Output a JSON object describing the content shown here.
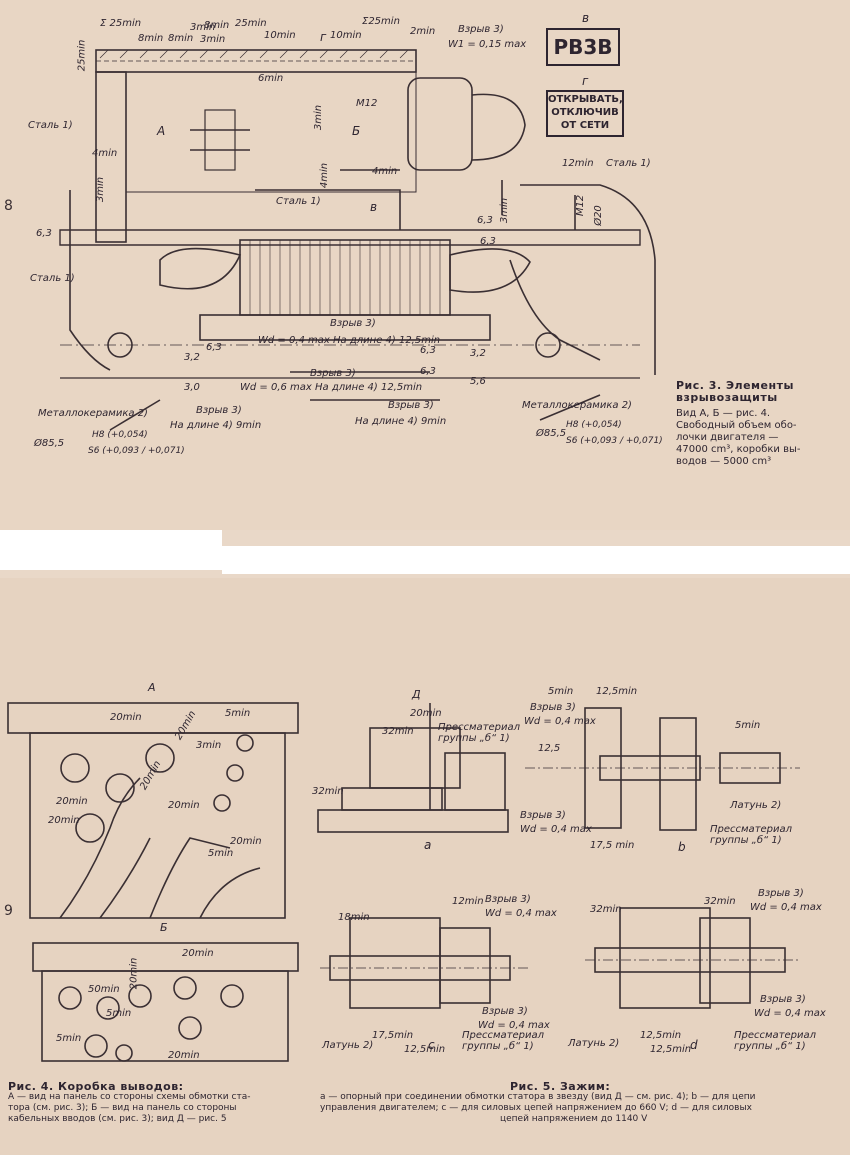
{
  "page_numbers": {
    "top": "8",
    "bottom": "9"
  },
  "fig3": {
    "marking_stamp": "PB3B",
    "warning_stamp_lines": [
      "ОТКРЫВАТЬ,",
      "ОТКЛЮЧИВ",
      "ОТ СЕТИ"
    ],
    "view_letters": {
      "v": "в",
      "g": "г",
      "a": "А",
      "b": "Б",
      "g2": "г",
      "v2": "в"
    },
    "dims": {
      "d1": "Σ 25min",
      "d2": "8min",
      "d3": "8min",
      "d4": "3min",
      "d5": "3min",
      "d6": "8min",
      "d7": "25min",
      "d8": "10min",
      "d9": "10min",
      "d10": "Σ25min",
      "d11": "2min",
      "d12": "25min",
      "d13": "6min",
      "d14": "3min",
      "d15": "M12",
      "d16": "4min",
      "d17": "4min",
      "d18": "4min",
      "d19": "3min",
      "d20": "12min",
      "d21": "M12",
      "d22": "Ø20",
      "d23": "3min",
      "d24": "6,3",
      "d25": "6,3",
      "d26": "6,3",
      "d27": "6,3",
      "d28": "6,3",
      "d29": "3,2",
      "d30": "3,0",
      "d31": "3,2",
      "d32": "5,6",
      "d33": "6,3"
    },
    "notes": {
      "explode_top": "Взрыв 3)",
      "w1": "W1 = 0,15 max",
      "steel1": "Сталь 1)",
      "steel2": "Сталь 1)",
      "steel3": "Сталь 1)",
      "steel4": "Сталь 1)",
      "explode_mid": "Взрыв 3)",
      "wd_mid": "Wd = 0,4 max На длине 4) 12,5min",
      "explode_low": "Взрыв 3)",
      "wd_low": "Wd = 0,6 max На длине 4) 12,5min",
      "explode_left": "Взрыв 3)",
      "len_left": "На длине 4) 9min",
      "explode_bottom": "Взрыв 3)",
      "len_bottom": "На длине 4) 9min",
      "metal_left": "Металлокерамика 2)",
      "metal_right": "Металлокерамика 2)",
      "dia_left": "Ø85,5",
      "dia_right": "Ø85,5",
      "fit_left_h": "H8 (+0,054)",
      "fit_left_s": "S6 (+0,093 / +0,071)",
      "fit_right_h": "H8 (+0,054)",
      "fit_right_s": "S6 (+0,093 / +0,071)"
    },
    "caption": {
      "title": "Рис. 3. Элементы взрывозащиты",
      "line1": "Вид А, Б — рис. 4.",
      "line2": "Свободный объем обо-",
      "line3": "лочки двигателя —",
      "line4": "47000 cm³, коробки вы-",
      "line5": "водов — 5000 cm³"
    }
  },
  "fig4": {
    "view_a": "А",
    "view_b": "Б",
    "view_d": "Д",
    "dims": {
      "a1": "20min",
      "a2": "5min",
      "a3": "3min",
      "a4": "20min",
      "a5": "20min",
      "a6": "20min",
      "a7": "20min",
      "a8": "20min",
      "a9": "5min",
      "a10": "20min",
      "b1": "20min",
      "b2": "50min",
      "b3": "20min",
      "b4": "5min",
      "b5": "5min",
      "b6": "20min"
    },
    "caption": {
      "title": "Рис. 4. Коробка выводов:",
      "line1": "А — вид на панель со стороны схемы обмотки ста-",
      "line2": "тора (см. рис. 3); Б — вид на панель со стороны",
      "line3": "кабельных вводов (см. рис. 3); вид Д — рис. 5"
    }
  },
  "fig5": {
    "sub_a": "а",
    "sub_b": "b",
    "sub_c": "c",
    "sub_d": "d",
    "labels": {
      "a_20min": "20min",
      "a_32min_top": "32min",
      "a_32min_left": "32min",
      "a_press": "Прессматериал группы „б“ 1)",
      "a_explode": "Взрыв 3)",
      "a_wd": "Wd = 0,4 max",
      "b_5min": "5min",
      "b_125min": "12,5min",
      "b_explode": "Взрыв 3)",
      "b_wd": "Wd = 0,4 max",
      "b_5min_r": "5min",
      "b_125": "12,5",
      "b_brass": "Латунь 2)",
      "b_press": "Прессматериал группы „б“ 1)",
      "b_175": "17,5 min",
      "c_18min": "18min",
      "c_12min": "12min",
      "c_explode1": "Взрыв 3)",
      "c_wd1": "Wd = 0,4 max",
      "c_explode2": "Взрыв 3)",
      "c_wd2": "Wd = 0,4 max",
      "c_brass": "Латунь 2)",
      "c_press": "Прессматериал группы „б“ 1)",
      "c_175": "17,5min",
      "c_125": "12,5min",
      "d_32min_l": "32min",
      "d_32min_r": "32min",
      "d_explode1": "Взрыв 3)",
      "d_wd1": "Wd = 0,4 max",
      "d_explode2": "Взрыв 3)",
      "d_wd2": "Wd = 0,4 max",
      "d_brass": "Латунь 2)",
      "d_press": "Прессматериал группы „б“ 1)",
      "d_125": "12,5min",
      "d_125b": "12,5min"
    },
    "caption": {
      "title": "Рис. 5. Зажим:",
      "line1": "а — опорный при соединении обмотки статора в звезду (вид Д — см. рис. 4); b — для цепи",
      "line2": "управления двигателем; c — для силовых цепей напряжением до 660 V; d — для силовых",
      "line3": "цепей напряжением до 1140 V"
    }
  }
}
